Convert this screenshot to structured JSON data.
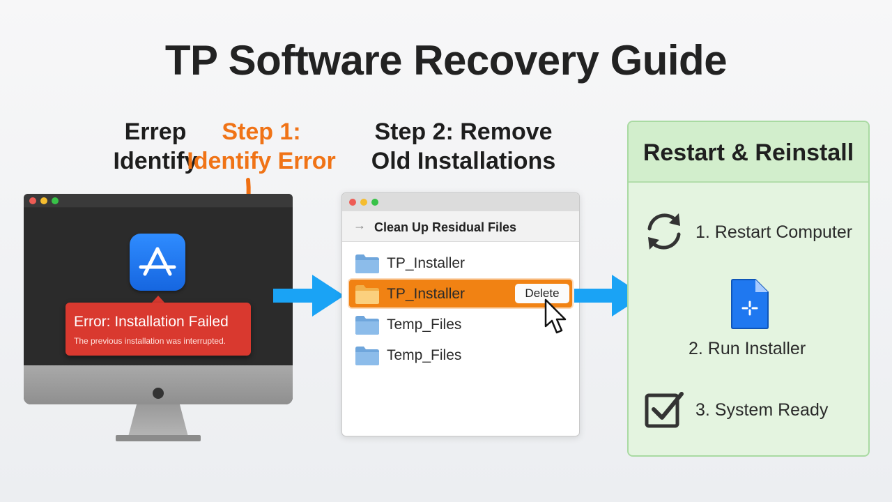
{
  "title": "TP Software Recovery Guide",
  "step1": {
    "left_lines": [
      "Errep",
      "Identify"
    ],
    "right_lines": [
      "Step 1:",
      "Identify Error"
    ]
  },
  "step2": {
    "lines": [
      "Step 2: Remove",
      "Old Installations"
    ]
  },
  "error_dialog": {
    "title": "Error: Installation Failed",
    "message": "The previous installation was interrupted."
  },
  "file_window": {
    "header": "Clean Up Residual Files",
    "rows": [
      {
        "name": "TP_Installer",
        "selected": false
      },
      {
        "name": "TP_Installer",
        "selected": true
      },
      {
        "name": "Temp_Files",
        "selected": false
      },
      {
        "name": "Temp_Files",
        "selected": false
      }
    ],
    "delete_label": "Delete"
  },
  "restart_panel": {
    "title": "Restart & Reinstall",
    "items": [
      {
        "label": "1. Restart Computer",
        "icon": "refresh-icon"
      },
      {
        "label": "2. Run Installer",
        "icon": "installer-file-icon"
      },
      {
        "label": "3. System Ready",
        "icon": "checkbox-icon"
      }
    ]
  },
  "colors": {
    "accent_orange": "#f07316",
    "arrow_blue": "#1aa3f5",
    "panel_green": "#e4f4e0",
    "error_red": "#d9392f",
    "app_blue": "#1f78f0"
  }
}
